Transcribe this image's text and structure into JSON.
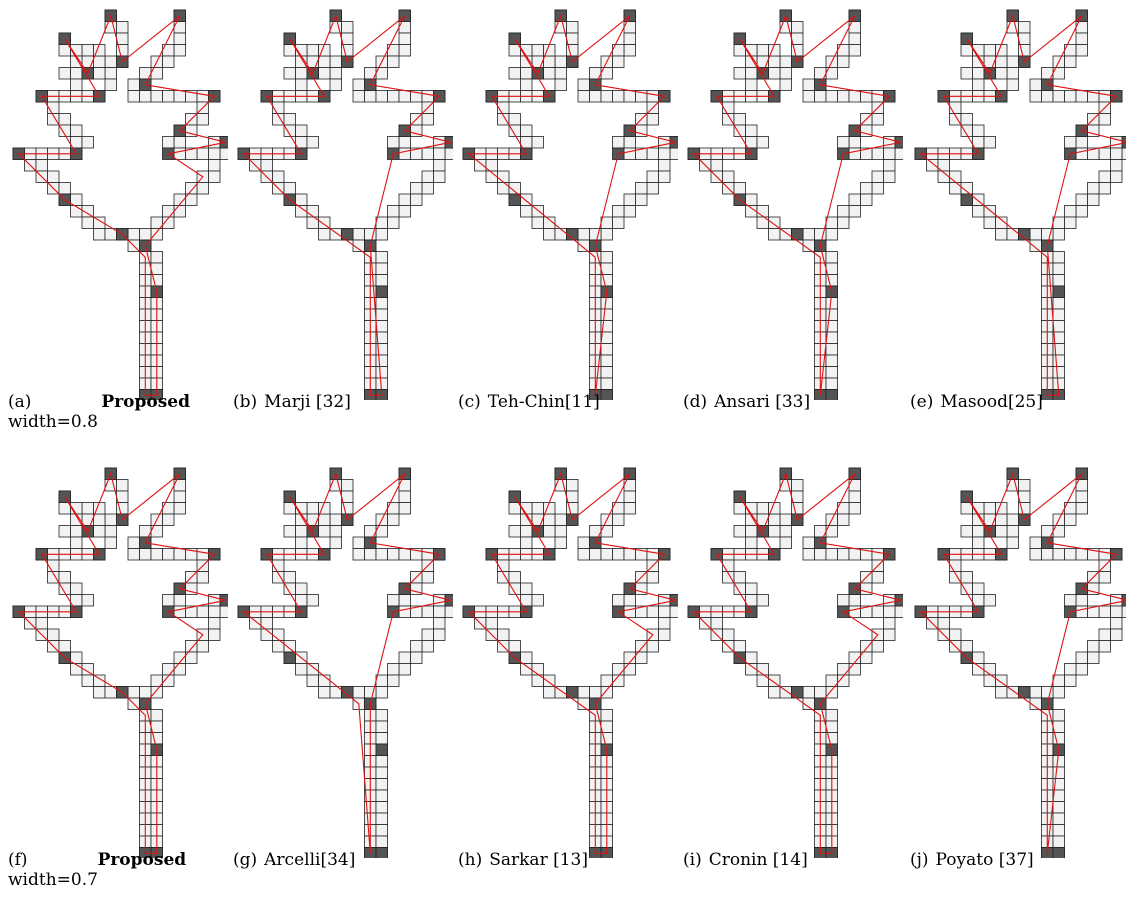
{
  "figure": {
    "panels": [
      {
        "tag": "(a)",
        "method": "Proposed",
        "bold": true,
        "sub": "width=0.8",
        "variant": 0
      },
      {
        "tag": "(b)",
        "method": "Marji [32]",
        "bold": false,
        "sub": "",
        "variant": 1
      },
      {
        "tag": "(c)",
        "method": "Teh-Chin[11]",
        "bold": false,
        "sub": "",
        "variant": 2
      },
      {
        "tag": "(d)",
        "method": "Ansari [33]",
        "bold": false,
        "sub": "",
        "variant": 3
      },
      {
        "tag": "(e)",
        "method": "Masood[25]",
        "bold": false,
        "sub": "",
        "variant": 4
      },
      {
        "tag": "(f)",
        "method": "Proposed",
        "bold": true,
        "sub": "width=0.7",
        "variant": 5
      },
      {
        "tag": "(g)",
        "method": "Arcelli[34]",
        "bold": false,
        "sub": "",
        "variant": 6
      },
      {
        "tag": "(h)",
        "method": "Sarkar [13]",
        "bold": false,
        "sub": "",
        "variant": 7
      },
      {
        "tag": "(i)",
        "method": "Cronin [14]",
        "bold": false,
        "sub": "",
        "variant": 8
      },
      {
        "tag": "(j)",
        "method": "Poyato [37]",
        "bold": false,
        "sub": "",
        "variant": 9
      }
    ],
    "colors": {
      "cell_fill": "#f2f2f2",
      "cell_stroke": "#222222",
      "dominant_point": "#555555",
      "polygon": "#e01010"
    }
  }
}
